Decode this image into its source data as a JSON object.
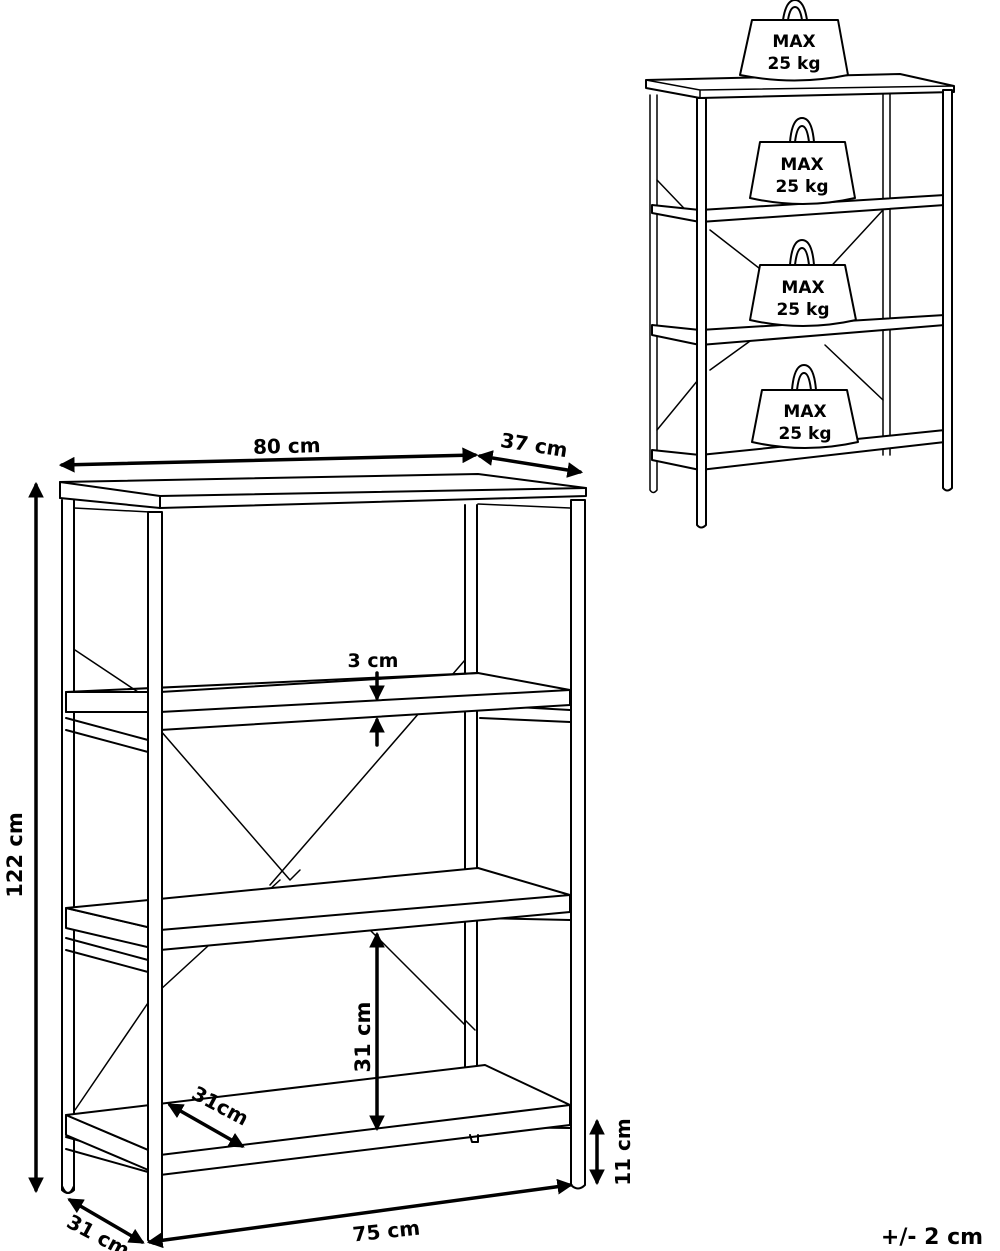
{
  "dimensions": {
    "width": "80 cm",
    "depth_top": "37 cm",
    "height": "122 cm",
    "shelf_thickness": "3 cm",
    "shelf_spacing": "31 cm",
    "inner_depth": "31cm",
    "bottom_depth": "31 cm",
    "bottom_width": "75 cm",
    "foot_height": "11 cm",
    "tolerance": "+/- 2 cm"
  },
  "load_badges": [
    {
      "line1": "MAX",
      "line2": "25 kg"
    },
    {
      "line1": "MAX",
      "line2": "25 kg"
    },
    {
      "line1": "MAX",
      "line2": "25 kg"
    },
    {
      "line1": "MAX",
      "line2": "25 kg"
    }
  ]
}
